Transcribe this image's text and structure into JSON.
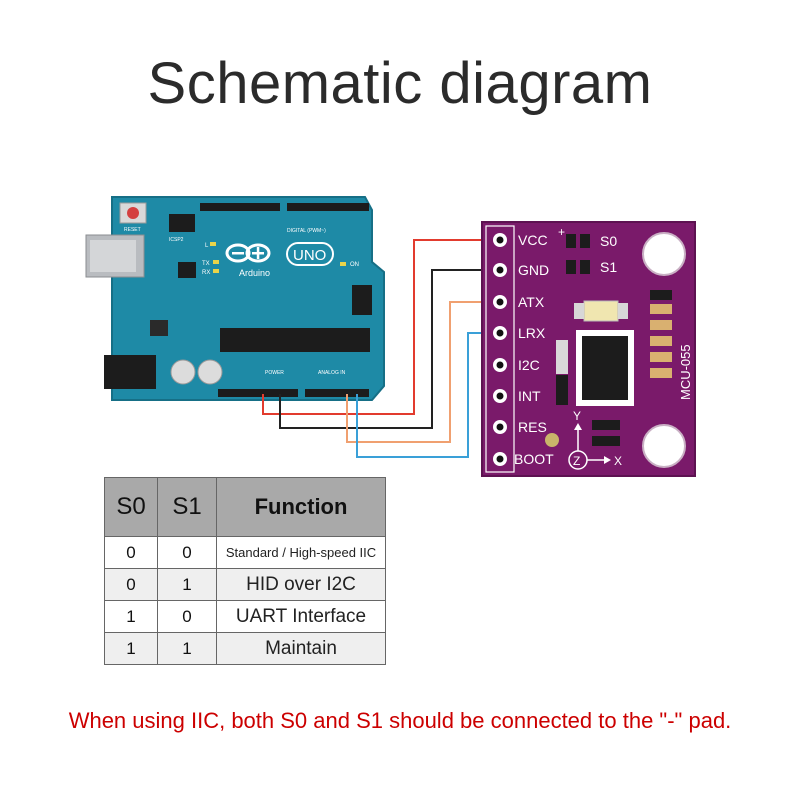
{
  "title": "Schematic diagram",
  "arduino": {
    "reset_label": "RESET",
    "brand": "Arduino",
    "model": "UNO",
    "icsp_label": "ICSP2",
    "digital_label": "DIGITAL (PWM~)",
    "power_label": "POWER",
    "analog_label": "ANALOG IN",
    "on_label": "ON",
    "tx_label": "TX",
    "rx_label": "RX",
    "l_label": "L"
  },
  "module": {
    "name": "MCU-055",
    "pins": [
      "VCC",
      "GND",
      "ATX",
      "LRX",
      "I2C",
      "INT",
      "RES",
      "BOOT"
    ],
    "s0_label": "S0",
    "s1_label": "S1",
    "axis_x": "X",
    "axis_y": "Y",
    "axis_z": "Z"
  },
  "wires": [
    {
      "pin": "VCC",
      "color": "#e23b2e"
    },
    {
      "pin": "GND",
      "color": "#222222"
    },
    {
      "pin": "ATX",
      "color": "#f0a070"
    },
    {
      "pin": "LRX",
      "color": "#3aa0d8"
    }
  ],
  "table": {
    "headers": [
      "S0",
      "S1",
      "Function"
    ],
    "rows": [
      {
        "s0": "0",
        "s1": "0",
        "function": "Standard / High-speed IIC"
      },
      {
        "s0": "0",
        "s1": "1",
        "function": "HID over I2C"
      },
      {
        "s0": "1",
        "s1": "0",
        "function": "UART Interface"
      },
      {
        "s0": "1",
        "s1": "1",
        "function": "Maintain"
      }
    ]
  },
  "note": "When using IIC, both S0 and S1 should be connected to the \"-\" pad.",
  "colors": {
    "arduino_board": "#1e8aa6",
    "module_board": "#7a1a6a",
    "note": "#cc0000"
  }
}
